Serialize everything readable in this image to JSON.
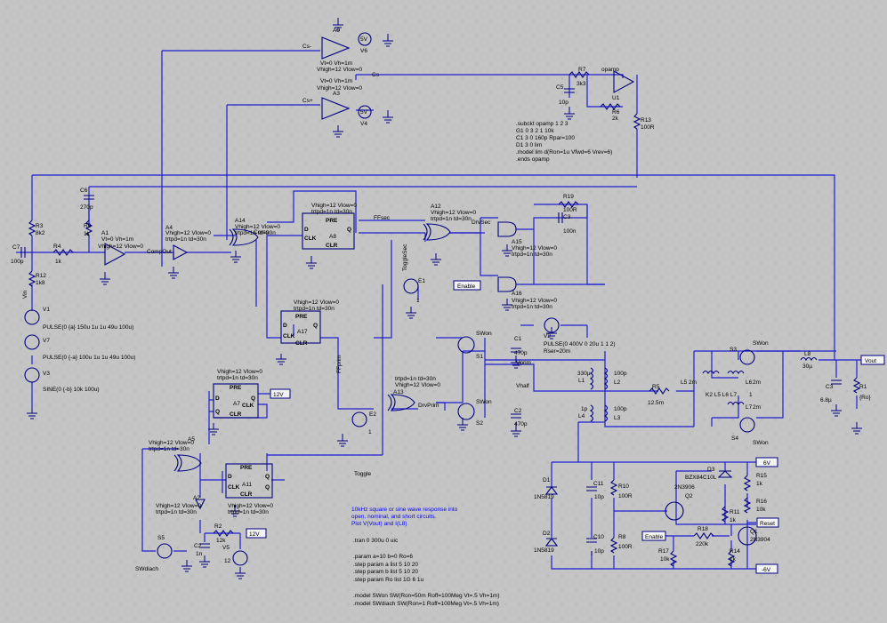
{
  "schematic": {
    "directives": [
      ".subckt opamp 1 2 3",
      "G1 0 3 2 1 10k",
      "C1 3 0 160p Rpar=100",
      "D1 3 0 lim",
      ".model lim d(Ron=1u Vfwd=6 Vrev=6)",
      ".ends opamp"
    ],
    "comment": [
      "10kHz square or sine wave response into",
      "open, nominal, and short circuits.",
      "Plot V(Vout) and I(L8)"
    ],
    "sim": [
      ".tran 0 300u 0 uic",
      ".param a=10 b=0 Ro=6",
      ".step param a list 5 10 20",
      ".step param b list 5 10 20",
      ".step param Ro list 1G 6 1u",
      ".model SWon SW(Ron=50m Roff=100Meg Vt=.5 Vh=1m)",
      ".model SWdiach SW(Ron=1 Roff=100Meg Vt=.5 Vh=1m)"
    ],
    "labels": {
      "cs_p": "Cs+",
      "cs_m": "Cs-",
      "cs": "Cs",
      "ffsec": "FFsec",
      "drvsec": "DrvSec",
      "toggle_sec": "ToggleSec",
      "ffprim": "FFprim",
      "drvprim": "DrvPrim",
      "toggle": "Toggle",
      "enable1": "Enable",
      "enable2": "Enable",
      "reset": "Reset",
      "vout": "Vout",
      "vprim": "Vprim",
      "vhalf": "Vhalf",
      "vin": "Vin",
      "v12a": "12V",
      "v12b": "12V",
      "v6a": "6V",
      "v6b": "-6V",
      "compout": "CompOut",
      "comp": "Comp",
      "opamp": "opamp"
    },
    "components": {
      "a9": {
        "name": "A9",
        "p1": "Vt=0 Vh=1m",
        "p2": "Vhigh=12 Vlow=0"
      },
      "a3": {
        "name": "A3",
        "p1": "Vt=0 Vh=1m",
        "p2": "Vhigh=12 Vlow=0"
      },
      "v6": {
        "name": "V6",
        "value": "5V"
      },
      "v4": {
        "name": "V4",
        "value": "5V"
      },
      "r7": {
        "name": "R7",
        "value": "3k3"
      },
      "u1": {
        "name": "U1"
      },
      "r6": {
        "name": "R6",
        "value": "2k"
      },
      "c5": {
        "name": "C5",
        "value": "10p"
      },
      "r13": {
        "name": "R13",
        "value": "100R"
      },
      "c6": {
        "name": "C6",
        "value": "270p"
      },
      "r3": {
        "name": "R3",
        "value": "8k2"
      },
      "r9": {
        "name": "R9",
        "value": "1k"
      },
      "r4": {
        "name": "R4",
        "value": "1k"
      },
      "c7": {
        "name": "C7",
        "value": "100p"
      },
      "r12": {
        "name": "R12",
        "value": "1k8"
      },
      "a1": {
        "name": "A1",
        "p1": "Vt=0 Vh=1m",
        "p2": "Vhigh=12 Vlow=0"
      },
      "a4": {
        "name": "A4",
        "p1": "Vhigh=12 Vlow=0",
        "p2": "trtpd=1n td=30n"
      },
      "a14": {
        "name": "A14",
        "p1": "Vhigh=12 Vlow=0",
        "p2": "trtpd=1n td=30n"
      },
      "a8": {
        "name": "A8",
        "p1": "Vhigh=12 Vlow=0",
        "p2": "trtpd=1n td=30n"
      },
      "a12": {
        "name": "A12",
        "p1": "Vhigh=12 Vlow=0",
        "p2": "trtpd=1n td=30n"
      },
      "a15": {
        "name": "A15",
        "p1": "Vhigh=12 Vlow=0",
        "p2": "trtpd=1n td=30n"
      },
      "a16": {
        "name": "A16",
        "p1": "Vhigh=12 Vlow=0",
        "p2": "trtpd=1n td=30n"
      },
      "a17": {
        "name": "A17",
        "p1": "Vhigh=12 Vlow=0",
        "p2": "trtpd=1n td=30n"
      },
      "a7": {
        "name": "A7",
        "p1": "Vhigh=12 Vlow=0",
        "p2": "trtpd=1n td=30n"
      },
      "a13": {
        "name": "A13",
        "p1": "trtpd=1n td=30n",
        "p2": "Vhigh=12 Vlow=0"
      },
      "a5": {
        "name": "A5",
        "p1": "Vhigh=12 Vlow=0",
        "p2": "trtpd=1n td=30n"
      },
      "a11": {
        "name": "A11",
        "p1": "Vhigh=12 Vlow=0",
        "p2": "trtpd=1n td=30n"
      },
      "a2": {
        "name": "A2",
        "p1": "Vhigh=12 Vlow=0",
        "p2": "trtpd=1n td=30n"
      },
      "r10a": {
        "name": "R19",
        "value": "100R"
      },
      "c3": {
        "name": "C3",
        "value": "100n"
      },
      "e1": {
        "name": "E1",
        "value": "1"
      },
      "e2": {
        "name": "E2",
        "value": "1"
      },
      "v1": {
        "name": "V1",
        "value": "PULSE(0 {a} 150u 1u 1u 49u 100u)"
      },
      "v7": {
        "name": "V7",
        "value": "PULSE(0 {-a} 100u 1u 1u 49u 100u)"
      },
      "v3": {
        "name": "V3",
        "value": "SINE(0 {-b} 10k 100u)"
      },
      "c1": {
        "name": "C1",
        "value": "470p"
      },
      "c2": {
        "name": "C2",
        "value": "470p"
      },
      "v2": {
        "name": "V2",
        "value": "PULSE(0 400V 0 20u 1 1 2)",
        "value2": "Rser=20m"
      },
      "s1": {
        "name": "S1",
        "model": "SWon"
      },
      "s2": {
        "name": "S2",
        "model": "SWon"
      },
      "s3": {
        "name": "S3",
        "model": "SWon"
      },
      "s4": {
        "name": "S4",
        "model": "SWon"
      },
      "s5": {
        "name": "S5",
        "model": "SWdiach"
      },
      "l1": {
        "name": "L1",
        "value": "330µ"
      },
      "l2": {
        "name": "L2",
        "value": "100p"
      },
      "l4": {
        "name": "L4",
        "value": "1p"
      },
      "l3": {
        "name": "L3",
        "value": "100p"
      },
      "r5": {
        "name": "R5",
        "value": "12.5m"
      },
      "l5": {
        "name": "L5",
        "value": "2m"
      },
      "l6": {
        "name": "L6",
        "value": "2m"
      },
      "l7": {
        "name": "L7",
        "value": "2m"
      },
      "k": {
        "name": "K2 L5 L6 L7",
        "value": "1"
      },
      "l8": {
        "name": "L8",
        "value": "30µ"
      },
      "c4": {
        "name": "C3",
        "value": "6.8µ"
      },
      "r1": {
        "name": "R1",
        "value": "{Ro}"
      },
      "d1": {
        "name": "D1",
        "value": "1N5819"
      },
      "d2": {
        "name": "D2",
        "value": "1N5819"
      },
      "c11": {
        "name": "C11",
        "value": "10p"
      },
      "c10": {
        "name": "C10",
        "value": "10p"
      },
      "r10": {
        "name": "R10",
        "value": "100R"
      },
      "r8": {
        "name": "R8",
        "value": "100R"
      },
      "q2": {
        "name": "Q2",
        "value": "2N3906"
      },
      "q1": {
        "name": "Q1",
        "value": "2N3904"
      },
      "d3": {
        "name": "D3",
        "value": "BZX84C10L"
      },
      "r15": {
        "name": "R15",
        "value": "1k"
      },
      "r16": {
        "name": "R16",
        "value": "10k"
      },
      "r11": {
        "name": "R11",
        "value": "1k"
      },
      "r17": {
        "name": "R17",
        "value": "10k"
      },
      "r18": {
        "name": "R18",
        "value": "220k"
      },
      "r14": {
        "name": "R14",
        "value": "1k"
      },
      "r2": {
        "name": "R2",
        "value": "12k"
      },
      "c2b": {
        "name": "C2",
        "value": "1n"
      },
      "v5": {
        "name": "V5",
        "value": "12"
      }
    }
  }
}
